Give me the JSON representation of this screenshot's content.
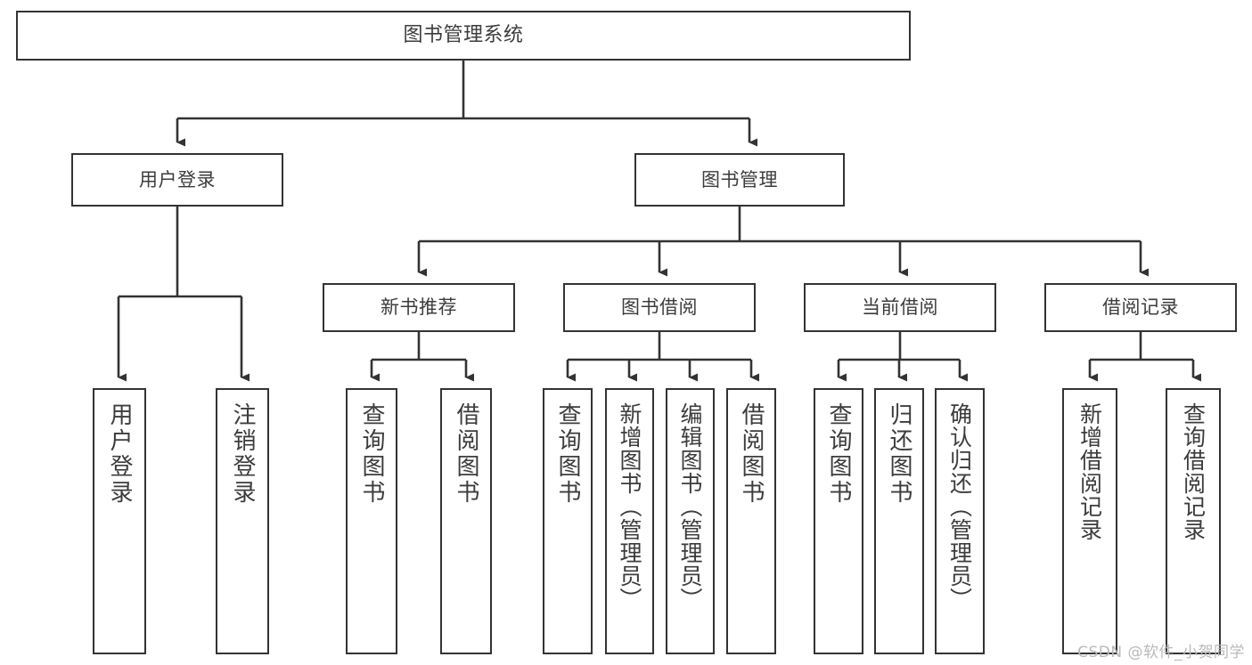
{
  "diagram": {
    "title": "图书管理系统",
    "type": "tree",
    "watermark": "CSDN @软件_小贺同学",
    "colors": {
      "box_border": "#333333",
      "box_fill": "#ffffff",
      "text": "#3c3c3c",
      "edge": "#333333",
      "watermark": "#b9b9b9",
      "background": "#ffffff"
    },
    "nodes": {
      "root": {
        "label": "图书管理系统",
        "level": 0,
        "orientation": "horizontal"
      },
      "user_login": {
        "label": "用户登录",
        "level": 1,
        "orientation": "horizontal"
      },
      "book_manage": {
        "label": "图书管理",
        "level": 1,
        "orientation": "horizontal"
      },
      "new_book_rec": {
        "label": "新书推荐",
        "level": 2,
        "orientation": "horizontal"
      },
      "book_borrow": {
        "label": "图书借阅",
        "level": 2,
        "orientation": "horizontal"
      },
      "current_borrow": {
        "label": "当前借阅",
        "level": 2,
        "orientation": "horizontal"
      },
      "borrow_record": {
        "label": "借阅记录",
        "level": 2,
        "orientation": "horizontal"
      },
      "leaf_user_login": {
        "label": "用户登录",
        "level": 3,
        "orientation": "vertical"
      },
      "leaf_logout": {
        "label": "注销登录",
        "level": 3,
        "orientation": "vertical"
      },
      "leaf_query_book_1": {
        "label": "查询图书",
        "level": 3,
        "orientation": "vertical"
      },
      "leaf_borrow_book_1": {
        "label": "借阅图书",
        "level": 3,
        "orientation": "vertical"
      },
      "leaf_query_book_2": {
        "label": "查询图书",
        "level": 3,
        "orientation": "vertical"
      },
      "leaf_add_book": {
        "label": "新增图书（管理员）",
        "level": 3,
        "orientation": "vertical"
      },
      "leaf_edit_book": {
        "label": "编辑图书（管理员）",
        "level": 3,
        "orientation": "vertical"
      },
      "leaf_borrow_book_2": {
        "label": "借阅图书",
        "level": 3,
        "orientation": "vertical"
      },
      "leaf_query_book_3": {
        "label": "查询图书",
        "level": 3,
        "orientation": "vertical"
      },
      "leaf_return_book": {
        "label": "归还图书",
        "level": 3,
        "orientation": "vertical"
      },
      "leaf_confirm_return": {
        "label": "确认归还（管理员）",
        "level": 3,
        "orientation": "vertical"
      },
      "leaf_add_record": {
        "label": "新增借阅记录",
        "level": 3,
        "orientation": "vertical"
      },
      "leaf_query_record": {
        "label": "查询借阅记录",
        "level": 3,
        "orientation": "vertical"
      }
    },
    "edges": [
      {
        "from": "root",
        "to": "user_login"
      },
      {
        "from": "root",
        "to": "book_manage"
      },
      {
        "from": "user_login",
        "to": "leaf_user_login"
      },
      {
        "from": "user_login",
        "to": "leaf_logout"
      },
      {
        "from": "book_manage",
        "to": "new_book_rec"
      },
      {
        "from": "book_manage",
        "to": "book_borrow"
      },
      {
        "from": "book_manage",
        "to": "current_borrow"
      },
      {
        "from": "book_manage",
        "to": "borrow_record"
      },
      {
        "from": "new_book_rec",
        "to": "leaf_query_book_1"
      },
      {
        "from": "new_book_rec",
        "to": "leaf_borrow_book_1"
      },
      {
        "from": "book_borrow",
        "to": "leaf_query_book_2"
      },
      {
        "from": "book_borrow",
        "to": "leaf_add_book"
      },
      {
        "from": "book_borrow",
        "to": "leaf_edit_book"
      },
      {
        "from": "book_borrow",
        "to": "leaf_borrow_book_2"
      },
      {
        "from": "current_borrow",
        "to": "leaf_query_book_3"
      },
      {
        "from": "current_borrow",
        "to": "leaf_return_book"
      },
      {
        "from": "current_borrow",
        "to": "leaf_confirm_return"
      },
      {
        "from": "borrow_record",
        "to": "leaf_add_record"
      },
      {
        "from": "borrow_record",
        "to": "leaf_query_record"
      }
    ]
  }
}
